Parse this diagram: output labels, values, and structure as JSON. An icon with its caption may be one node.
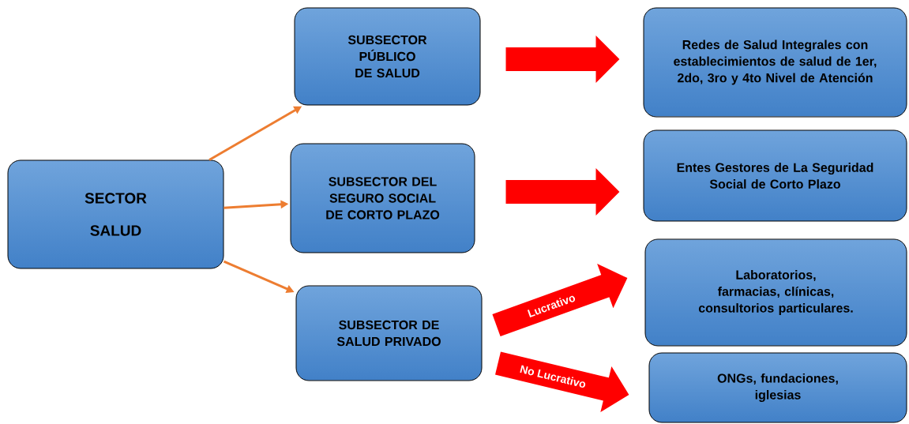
{
  "diagram": {
    "nodes": [
      {
        "text": [
          "SECTOR",
          "SALUD"
        ]
      },
      {
        "text": [
          "SUBSECTOR PÚBLICO DE SALUD"
        ]
      },
      {
        "text": [
          "SUBSECTOR DEL SEGURO SOCIAL DE CORTO PLAZO"
        ]
      },
      {
        "text": [
          "SUBSECTOR DE SALUD PRIVADO"
        ]
      },
      {
        "text": [
          "Redes de Salud Integrales con establecimientos de salud de 1er, 2do, 3ro y 4to Nivel de Atención"
        ]
      },
      {
        "text": [
          "Entes Gestores de La Seguridad Social de Corto Plazo"
        ]
      },
      {
        "text": [
          "Laboratorios, farmacias, clínicas, consultorios particulares."
        ]
      },
      {
        "text": [
          "ONGs, fundaciones, iglesias"
        ]
      }
    ],
    "edges": [
      {
        "from": 0,
        "to": 1,
        "arrow": "to",
        "color": "#ed7d31"
      },
      {
        "from": 0,
        "to": 2,
        "arrow": "to",
        "color": "#ed7d31"
      },
      {
        "from": 0,
        "to": 3,
        "arrow": "to",
        "color": "#ed7d31"
      },
      {
        "from": 1,
        "to": 4,
        "arrow": "to"
      },
      {
        "from": 2,
        "to": 5,
        "arrow": "to"
      },
      {
        "from": 3,
        "to": 6,
        "arrow": "to",
        "label": "Lucrativo"
      },
      {
        "from": 3,
        "to": 7,
        "arrow": "to",
        "label": "No Lucrativo"
      }
    ]
  }
}
